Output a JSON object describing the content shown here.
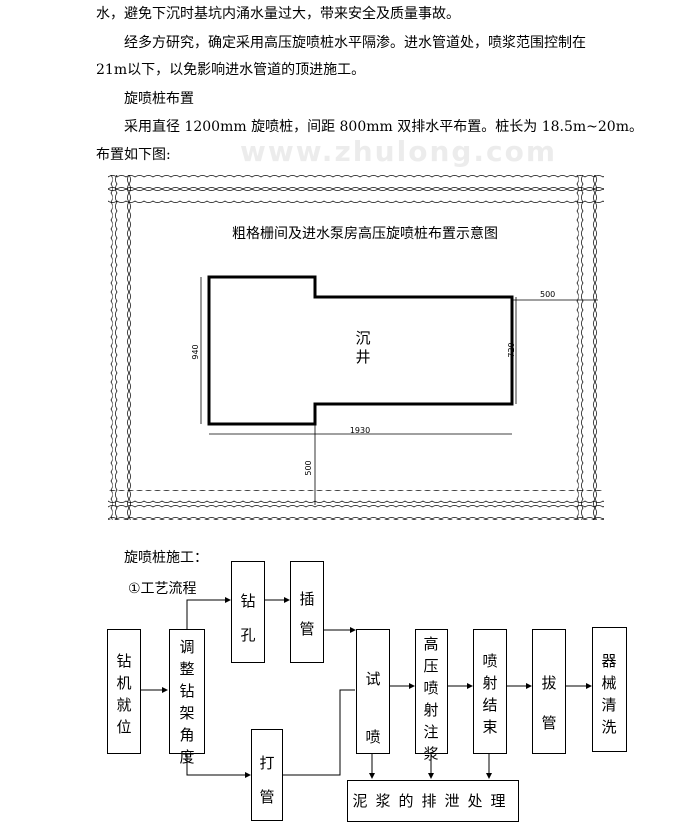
{
  "text": {
    "p1": "水，避免下沉时基坑内涌水量过大，带来安全及质量事故。",
    "p2": "经多方研究，确定采用高压旋喷桩水平隔渗。进水管道处，喷浆范围控制在",
    "p3": "21m以下，以免影响进水管道的顶进施工。",
    "heading1": "旋喷桩布置",
    "p4": "采用直径 1200mm 旋喷桩，间距 800mm 双排水平布置。桩长为 18.5m~20m。",
    "p5": "布置如下图:",
    "watermark": "www.zhulong.com"
  },
  "diagram": {
    "title": "粗格栅间及进水泵房高压旋喷桩布置示意图",
    "well_line1": "沉",
    "well_line2": "井",
    "dim_right": "500",
    "dim_left_height": "940",
    "dim_right_height": "720",
    "dim_bottom_width": "1930",
    "dim_bottom": "500"
  },
  "section": {
    "heading": "旋喷桩施工：",
    "process": "①工艺流程"
  },
  "flow": {
    "n1": "钻机就位",
    "n2": "调整钻架角度",
    "n3": "钻孔",
    "n4": "插管",
    "n5": "打管",
    "n6": "试喷",
    "n7": "高压喷射注浆",
    "n8": "喷射结束",
    "n9": "拔管",
    "n10": "器械清洗",
    "n11": "泥浆的排泄处理"
  }
}
